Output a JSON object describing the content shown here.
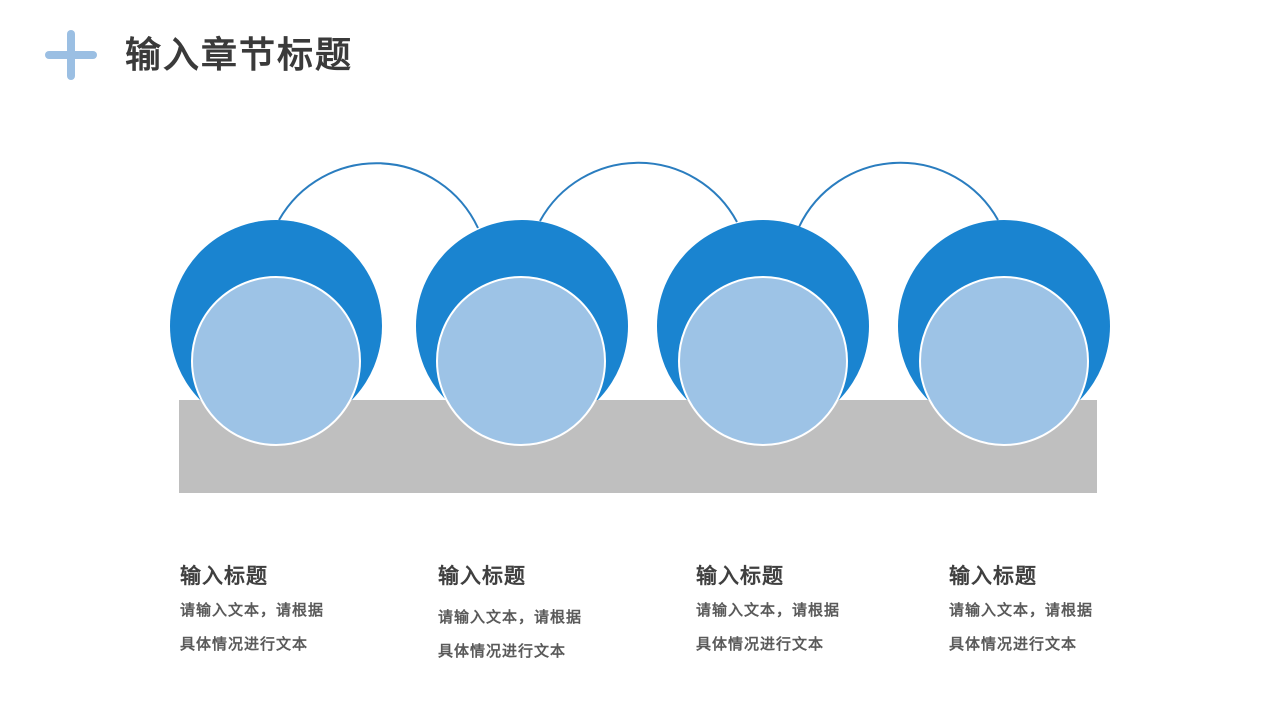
{
  "header": {
    "icon": "plus-icon",
    "title": "输入章节标题"
  },
  "colors": {
    "accent": "#1a84d0",
    "light": "#9dc3e6",
    "gray_bar": "#bfbfbf",
    "arc": "#2a7dbf",
    "plus": "#9bbfe3",
    "title": "#3a3a3a"
  },
  "items": [
    {
      "title": "输入标题",
      "line1": "请输入文本，请根据",
      "line2": "具体情况进行文本"
    },
    {
      "title": "输入标题",
      "line1": "请输入文本，请根据",
      "line2": "具体情况进行文本"
    },
    {
      "title": "输入标题",
      "line1": "请输入文本，请根据",
      "line2": "具体情况进行文本"
    },
    {
      "title": "输入标题",
      "line1": "请输入文本，请根据",
      "line2": "具体情况进行文本"
    }
  ]
}
